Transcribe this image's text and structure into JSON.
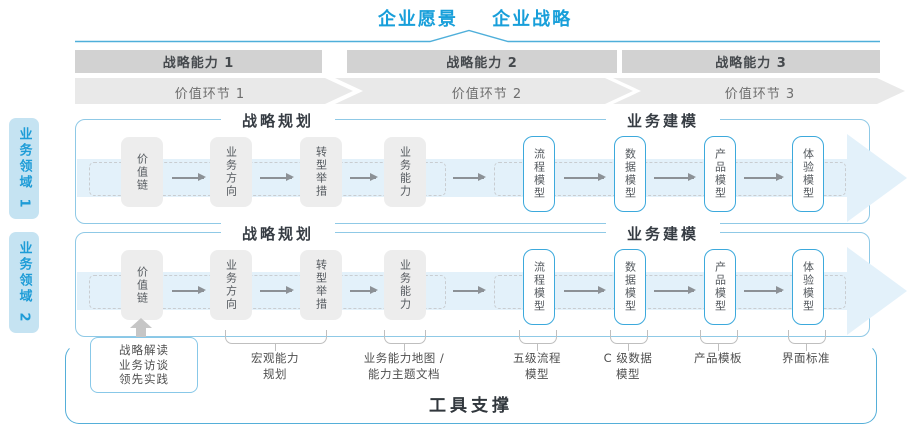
{
  "header": {
    "vision": "企业愿景",
    "strategy": "企业战略"
  },
  "capabilities": [
    {
      "label": "战略能力 1"
    },
    {
      "label": "战略能力 2"
    },
    {
      "label": "战略能力 3"
    }
  ],
  "value_links": [
    {
      "label": "价值环节 1"
    },
    {
      "label": "价值环节 2"
    },
    {
      "label": "价值环节 3"
    }
  ],
  "domains": [
    {
      "label": "业务领域 1"
    },
    {
      "label": "业务领域 2"
    }
  ],
  "sections": {
    "planning": "战略规划",
    "modeling": "业务建模"
  },
  "boxes": [
    "价值链",
    "业务方向",
    "转型举措",
    "业务能力",
    "流程模型",
    "数据模型",
    "产品模型",
    "体验模型"
  ],
  "annotations": {
    "source_box": [
      "战略解读",
      "业务访谈",
      "领先实践"
    ],
    "notes": [
      {
        "text": "宏观能力\n规划"
      },
      {
        "text": "业务能力地图 /\n能力主题文档"
      },
      {
        "text": "五级流程\n模型"
      },
      {
        "text": "C 级数据\n模型"
      },
      {
        "text": "产品模板"
      },
      {
        "text": "界面标准"
      }
    ]
  },
  "tool_support": "工具支撑",
  "colors": {
    "accent_blue": "#189FDA",
    "row_border_blue": "#8FC9E6",
    "band_blue": "#E3F1FA",
    "domain_bg": "#C5E3F2",
    "domain_text": "#1E9CD7",
    "capability_bar": "#D2D2D2",
    "chevron_bar": "#E9E9E9",
    "box_gray": "#EDEDED",
    "box_border_blue": "#3CA9DC",
    "dark_text": "#363C43",
    "gray_text": "#54595E",
    "arrow_gray": "#8C9196",
    "bracket_gray": "#BFBFBF",
    "tool_border": "#55AFD9"
  }
}
